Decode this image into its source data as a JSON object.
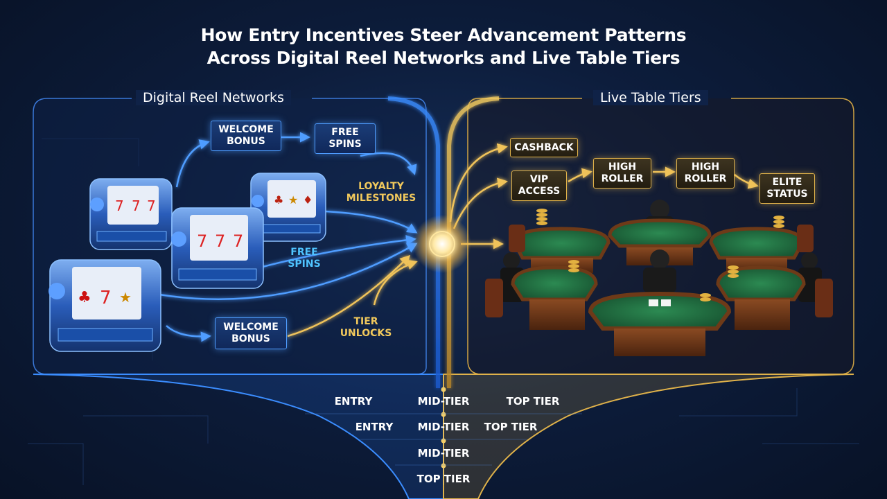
{
  "title": {
    "line1": "How Entry Incentives Steer Advancement Patterns",
    "line2": "Across Digital Reel Networks and Live Table Tiers"
  },
  "panels": {
    "left": "Digital Reel Networks",
    "right": "Live Table Tiers"
  },
  "left_tags": {
    "welcome_top": "WELCOME BONUS",
    "free_spins_top": "FREE SPINS",
    "loyalty": "LOYALTY MILESTONES",
    "free_spins_mid": "FREE SPINS",
    "welcome_bottom": "WELCOME BONUS",
    "tier_unlocks": "TIER UNLOCKS"
  },
  "right_tags": {
    "cashback": "CASHBACK",
    "vip": "VIP ACCESS",
    "high_roller_1": "HIGH ROLLER",
    "high_roller_2": "HIGH ROLLER",
    "elite": "ELITE STATUS"
  },
  "tiers": {
    "row1": [
      "ENTRY",
      "MID-TIER",
      "TOP TIER"
    ],
    "row2": [
      "ENTRY",
      "MID-TIER",
      "TOP TIER"
    ],
    "row3": "MID-TIER",
    "row4": "TOP TIER"
  },
  "colors": {
    "blue_accent": "#4f9dff",
    "gold_accent": "#e0b24a",
    "felt_green": "#1f6b3e",
    "background": "#0d1d3c"
  }
}
